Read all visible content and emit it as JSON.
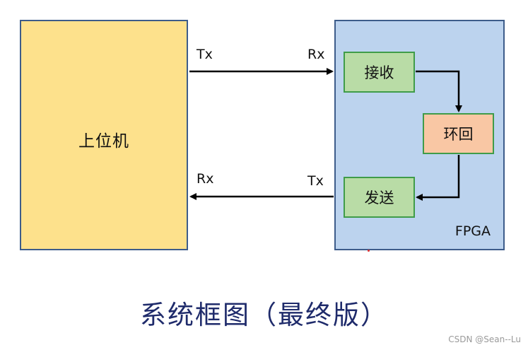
{
  "diagram": {
    "host": {
      "label": "上位机"
    },
    "fpga": {
      "label": "FPGA",
      "modules": {
        "receive": "接收",
        "loopback": "环回",
        "send": "发送"
      }
    },
    "ports": {
      "host_tx": "Tx",
      "fpga_rx": "Rx",
      "host_rx": "Rx",
      "fpga_tx": "Tx"
    },
    "colors": {
      "host_fill": "#fde18c",
      "fpga_fill": "#bcd3ee",
      "module_green": "#b9dca6",
      "module_orange": "#f9c7a4",
      "border_blue": "#3d5c8a",
      "border_green": "#3f9c49",
      "title_color": "#1f2b6b"
    }
  },
  "caption": "系统框图（最终版）",
  "watermark": "CSDN @Sean--Lu"
}
